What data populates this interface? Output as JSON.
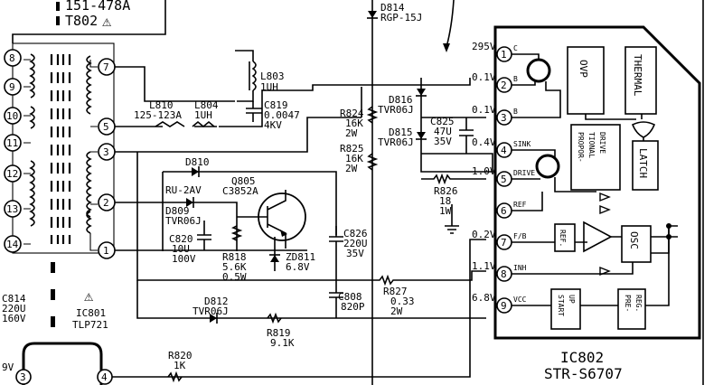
{
  "transformer": {
    "part_no": "151-478A",
    "ref": "T802",
    "left_pins": [
      "8",
      "9",
      "10",
      "11",
      "12",
      "13",
      "14"
    ],
    "right_pins": [
      "7",
      "5",
      "3",
      "2",
      "1"
    ]
  },
  "components": {
    "d814": {
      "ref": "D814",
      "value": "RGP-15J"
    },
    "l803": {
      "ref": "L803",
      "value": "1UH"
    },
    "c819": {
      "ref": "C819",
      "value": "0.0047",
      "rating": "4KV"
    },
    "l810": {
      "ref": "L810",
      "value": "125-123A"
    },
    "l804": {
      "ref": "L804",
      "value": "1UH"
    },
    "r824": {
      "ref": "R824",
      "value": "16K",
      "power": "2W"
    },
    "d816": {
      "ref": "D816",
      "value": "TVR06J"
    },
    "c825": {
      "ref": "C825",
      "value": "47U",
      "rating": "35V"
    },
    "d815": {
      "ref": "D815",
      "value": "TVR06J"
    },
    "r825": {
      "ref": "R825",
      "value": "16K",
      "power": "2W"
    },
    "d810": {
      "ref": "D810",
      "value": "RU-2AV"
    },
    "q805": {
      "ref": "Q805",
      "value": "C3852A"
    },
    "d809": {
      "ref": "D809",
      "value": "TVR06J"
    },
    "c820": {
      "ref": "C820",
      "value": "10U",
      "rating": "100V"
    },
    "r826": {
      "ref": "R826",
      "value": "18",
      "power": "1W"
    },
    "c826": {
      "ref": "C826",
      "value": "220U",
      "rating": "35V"
    },
    "r818": {
      "ref": "R818",
      "value": "5.6K",
      "power": "0.5W"
    },
    "zd811": {
      "ref": "ZD811",
      "value": "6.8V"
    },
    "r827": {
      "ref": "R827",
      "value": "0.33",
      "power": "2W"
    },
    "c808": {
      "ref": "C808",
      "value": "820P"
    },
    "d812": {
      "ref": "D812",
      "value": "TVR06J"
    },
    "r819": {
      "ref": "R819",
      "value": "9.1K"
    },
    "r820": {
      "ref": "R820",
      "value": "1K"
    },
    "c814": {
      "ref": "C814",
      "value": "220U",
      "rating": "160V"
    },
    "ic801": {
      "ref": "IC801",
      "value": "TLP721"
    }
  },
  "ic802": {
    "ref": "IC802",
    "part": "STR-S6707",
    "pins": [
      {
        "num": "1",
        "voltage": "295V",
        "name": "C"
      },
      {
        "num": "2",
        "voltage": "0.1V",
        "name": "B"
      },
      {
        "num": "3",
        "voltage": "0.1V",
        "name": "B"
      },
      {
        "num": "4",
        "voltage": "0.4V",
        "name": "SINK"
      },
      {
        "num": "5",
        "voltage": "1.0V",
        "name": "DRIVE"
      },
      {
        "num": "6",
        "voltage": "",
        "name": "REF"
      },
      {
        "num": "7",
        "voltage": "0.2V",
        "name": "F/B"
      },
      {
        "num": "8",
        "voltage": "1.1V",
        "name": "INH"
      },
      {
        "num": "9",
        "voltage": "6.8V",
        "name": "VCC"
      }
    ],
    "blocks": {
      "ovp": "OVP",
      "thermal": "THERMAL",
      "prop_drive": [
        "PROPOR-",
        "TIONAL",
        "DRIVE"
      ],
      "latch": "LATCH",
      "ref": "REF.",
      "osc": "OSC",
      "start_up": [
        "START",
        "UP"
      ],
      "pre_reg": [
        "PRE-",
        "REG."
      ]
    }
  },
  "optocoupler_pins": {
    "left": "3",
    "right": "4"
  },
  "left_supply": "9V",
  "warning_symbol": "⚠"
}
